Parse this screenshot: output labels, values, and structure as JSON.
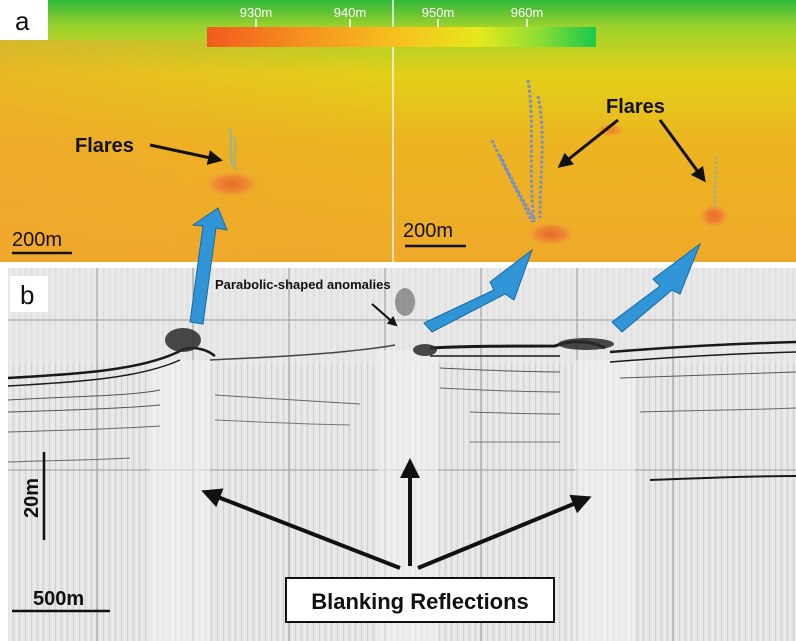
{
  "panel_a": {
    "letter": "a",
    "colorbar": {
      "ticks": [
        "930m",
        "940m",
        "950m",
        "960m"
      ]
    },
    "left_view": {
      "scale_label": "200m",
      "flare_label": "Flares"
    },
    "right_view": {
      "scale_label": "200m",
      "flare_label": "Flares"
    }
  },
  "panel_b": {
    "letter": "b",
    "anomaly_label": "Parabolic-shaped anomalies",
    "vertical_scale_label": "20m",
    "horizontal_scale_label": "500m",
    "blanking_label": "Blanking Reflections"
  },
  "colors": {
    "arrow_blue": "#2f95d6",
    "seismic_bg": "#e4e4e4",
    "reflector": "#1a1a1a"
  }
}
